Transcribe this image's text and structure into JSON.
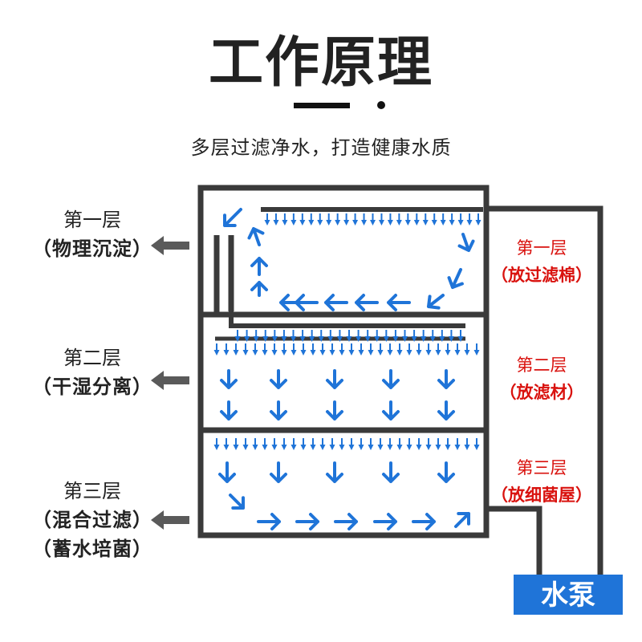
{
  "title": "工作原理",
  "subtitle": "多层过滤净水，打造健康水质",
  "left_labels": [
    {
      "name": "第一层",
      "desc": "（物理沉淀）"
    },
    {
      "name": "第二层",
      "desc": "（干湿分离）"
    },
    {
      "name": "第三层",
      "desc": "（混合过滤）",
      "desc2": "（蓄水培菌）"
    }
  ],
  "right_labels": [
    {
      "name": "第一层",
      "desc": "（放过滤棉）"
    },
    {
      "name": "第二层",
      "desc": "（放滤材）"
    },
    {
      "name": "第三层",
      "desc": "（放细菌屋）"
    }
  ],
  "pump_label": "水泵",
  "colors": {
    "structure": "#3a3a3a",
    "flow_arrow": "#1f74d8",
    "pump_box": "#1f74d8",
    "right_label": "#d9120e",
    "pointer_arrow": "#5a5a5a"
  }
}
